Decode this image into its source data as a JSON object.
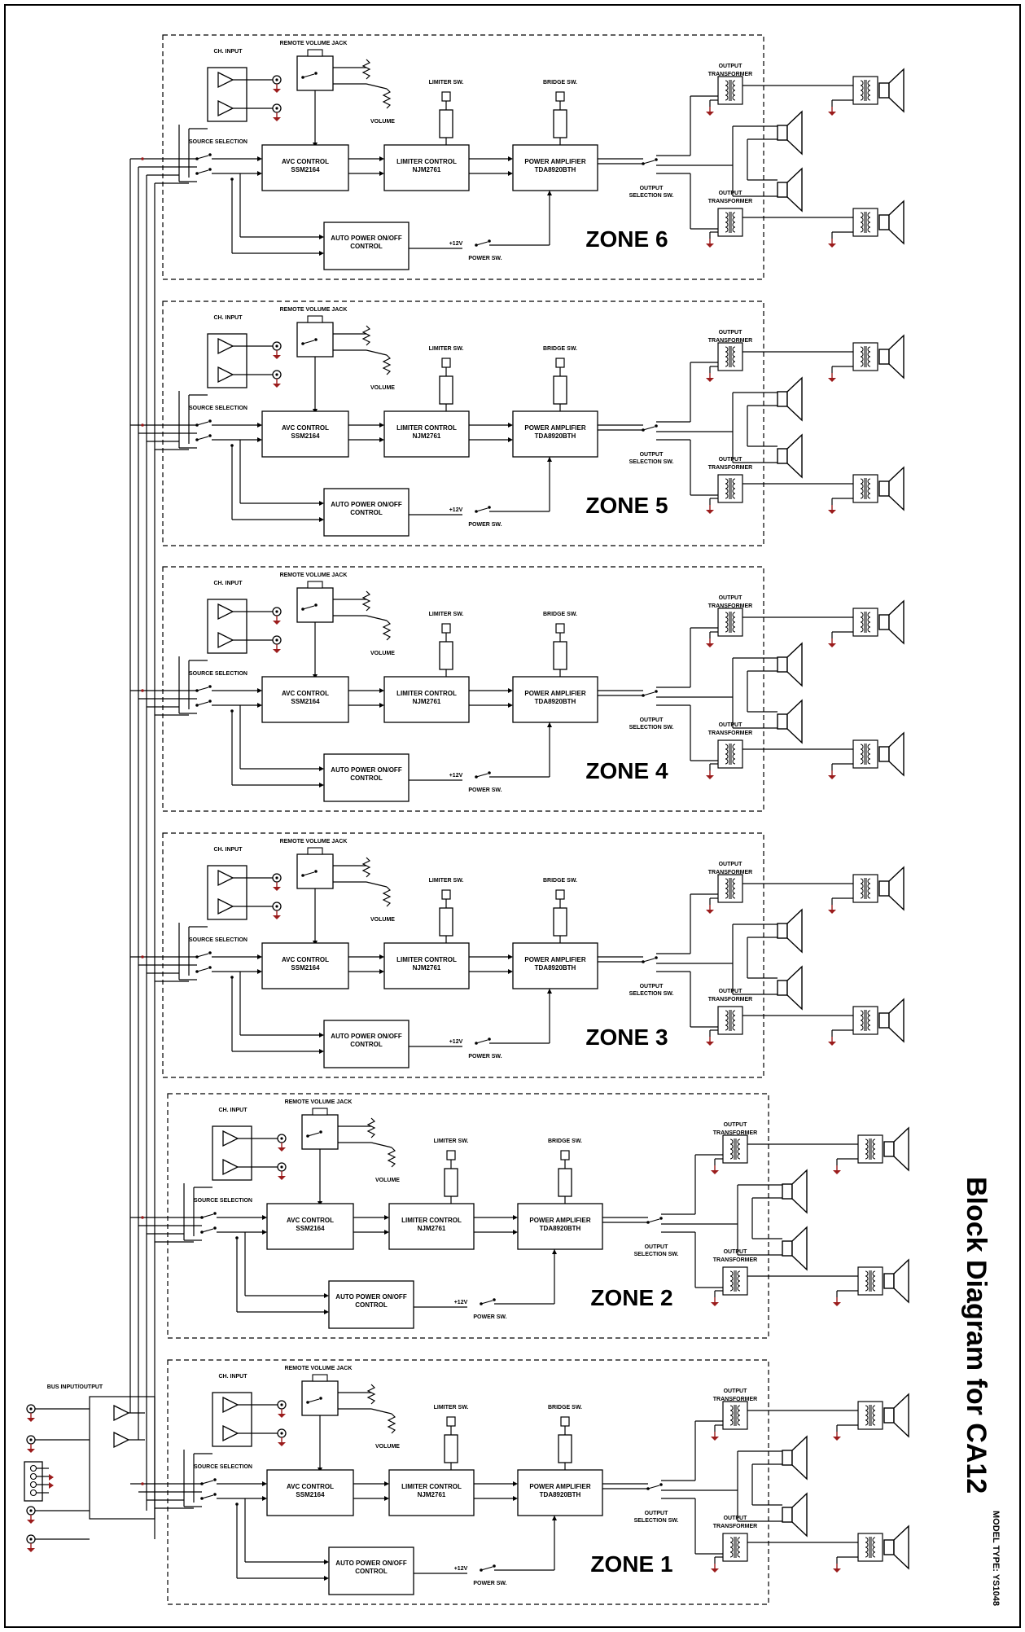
{
  "title": "Block Diagram for CA12",
  "model_type": "MODEL TYPE: YS1048",
  "bus": {
    "label": "BUS INPUT/OUTPUT"
  },
  "block_labels": {
    "ch_input": "CH. INPUT",
    "remote_volume_jack": "REMOTE VOLUME JACK",
    "volume": "VOLUME",
    "limiter_sw": "LIMITER SW.",
    "bridge_sw": "BRIDGE SW.",
    "output_transformer_1": "OUTPUT",
    "output_transformer_2": "TRANSFORMER",
    "source_selection": "SOURCE SELECTION",
    "avc_1": "AVC CONTROL",
    "avc_2": "SSM2164",
    "limiter_1": "LIMITER CONTROL",
    "limiter_2": "NJM2761",
    "power_amp_1": "POWER AMPLIFIER",
    "power_amp_2": "TDA8920BTH",
    "auto_power_1": "AUTO POWER ON/OFF",
    "auto_power_2": "CONTROL",
    "output_sel_1": "OUTPUT",
    "output_sel_2": "SELECTION SW.",
    "power_sw": "POWER SW.",
    "plus12v": "+12V"
  },
  "zones": [
    {
      "name": "ZONE 6"
    },
    {
      "name": "ZONE 5"
    },
    {
      "name": "ZONE 4"
    },
    {
      "name": "ZONE 3"
    },
    {
      "name": "ZONE 2"
    },
    {
      "name": "ZONE 1"
    }
  ],
  "colors": {
    "line": "#000000",
    "ground": "#9b1c1c",
    "border": "#000000"
  }
}
